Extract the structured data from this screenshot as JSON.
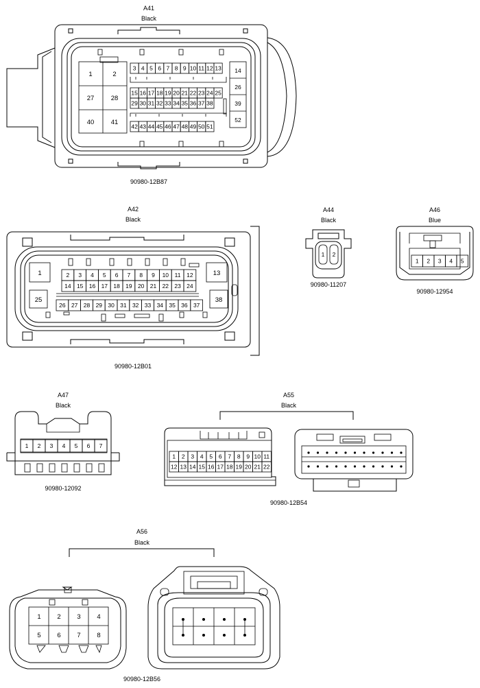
{
  "connectors": [
    {
      "id": "A41",
      "color": "Black",
      "part": "90980-12B87",
      "big_cells": [
        "1",
        "2",
        "27",
        "28",
        "40",
        "41"
      ],
      "row1": [
        "3",
        "4",
        "5",
        "6",
        "7",
        "8",
        "9",
        "10",
        "11",
        "12",
        "13"
      ],
      "row2": [
        "15",
        "16",
        "17",
        "18",
        "19",
        "20",
        "21",
        "22",
        "23",
        "24",
        "25"
      ],
      "row3": [
        "29",
        "30",
        "31",
        "32",
        "33",
        "34",
        "35",
        "36",
        "37",
        "38"
      ],
      "row4": [
        "42",
        "43",
        "44",
        "45",
        "46",
        "47",
        "48",
        "49",
        "50",
        "51"
      ],
      "right_cells": [
        "14",
        "26",
        "39",
        "52"
      ]
    },
    {
      "id": "A42",
      "color": "Black",
      "part": "90980-12B01",
      "big_cells": [
        "1",
        "25",
        "13",
        "38"
      ],
      "row1": [
        "2",
        "3",
        "4",
        "5",
        "6",
        "7",
        "8",
        "9",
        "10",
        "11",
        "12"
      ],
      "row2": [
        "14",
        "15",
        "16",
        "17",
        "18",
        "19",
        "20",
        "21",
        "22",
        "23",
        "24"
      ],
      "row3": [
        "26",
        "27",
        "28",
        "29",
        "30",
        "31",
        "32",
        "33",
        "34",
        "35",
        "36",
        "37"
      ]
    },
    {
      "id": "A44",
      "color": "Black",
      "part": "90980-11207",
      "pins": [
        "1",
        "2"
      ]
    },
    {
      "id": "A46",
      "color": "Blue",
      "part": "90980-12954",
      "pins": [
        "1",
        "2",
        "3",
        "4",
        "5"
      ]
    },
    {
      "id": "A47",
      "color": "Black",
      "part": "90980-12092",
      "pins": [
        "1",
        "2",
        "3",
        "4",
        "5",
        "6",
        "7"
      ]
    },
    {
      "id": "A55",
      "color": "Black",
      "part": "90980-12B54",
      "row1": [
        "1",
        "2",
        "3",
        "4",
        "5",
        "6",
        "7",
        "8",
        "9",
        "10",
        "11"
      ],
      "row2": [
        "12",
        "13",
        "14",
        "15",
        "16",
        "17",
        "18",
        "19",
        "20",
        "21",
        "22"
      ]
    },
    {
      "id": "A56",
      "color": "Black",
      "part": "90980-12B56",
      "row1": [
        "1",
        "2",
        "3",
        "4"
      ],
      "row2": [
        "5",
        "6",
        "7",
        "8"
      ]
    }
  ]
}
